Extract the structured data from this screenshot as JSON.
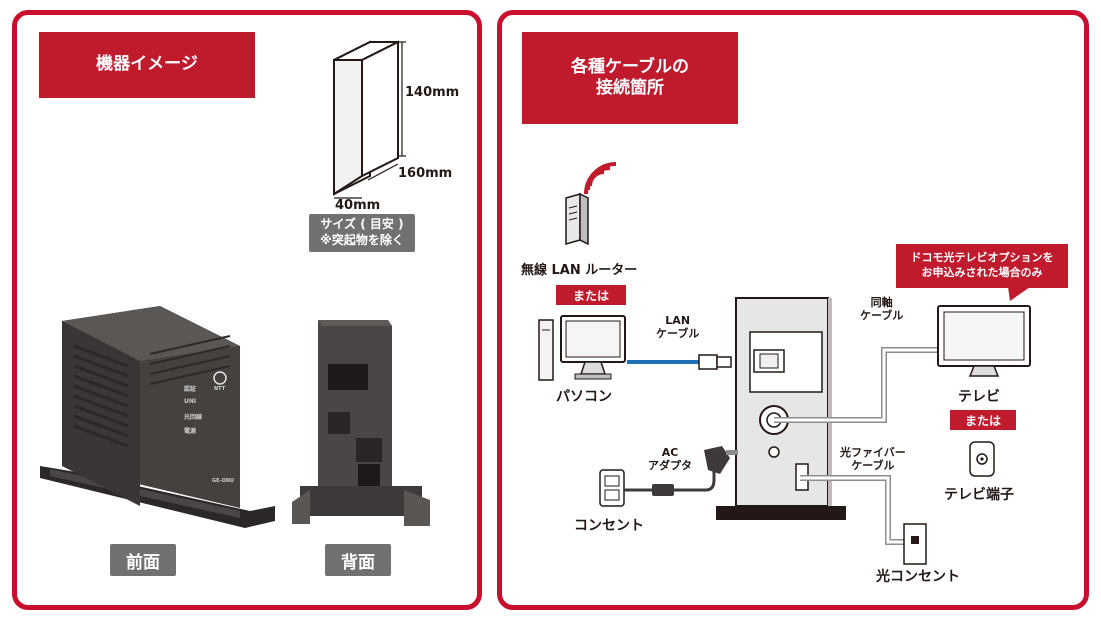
{
  "left_panel": {
    "title": "機器イメージ",
    "dimensions": {
      "height": "140mm",
      "depth": "160mm",
      "width": "40mm"
    },
    "size_note": [
      "サイズ ( 目安 )",
      "※突起物を除く"
    ],
    "device_front_leds": [
      "認証",
      "UNI",
      "光回線",
      "電源"
    ],
    "device_brand": "NTT",
    "device_model": "GE-ONU",
    "front_label": "前面",
    "back_label": "背面"
  },
  "right_panel": {
    "title_lines": [
      "各種ケーブルの",
      "接続箇所"
    ],
    "router_label": "無線 LAN ルーター",
    "or_label_1": "または",
    "lan_cable_label": [
      "LAN",
      "ケーブル"
    ],
    "pc_label": "パソコン",
    "coax_label": [
      "同軸",
      "ケーブル"
    ],
    "callout_lines": [
      "ドコモ光テレビオプションを",
      "お申込みされた場合のみ"
    ],
    "tv_label": "テレビ",
    "or_label_2": "または",
    "tv_terminal_label": "テレビ端子",
    "ac_adapter_label": [
      "AC",
      "アダプタ"
    ],
    "outlet_label": "コンセント",
    "fiber_cable_label": [
      "光ファイバー",
      "ケーブル"
    ],
    "optical_outlet_label": "光コンセント"
  },
  "colors": {
    "accent_red": "#c01a2d",
    "tag_gray": "#727171",
    "device_dark": "#3e3a39",
    "lan_blue": "#1f6fb5"
  }
}
